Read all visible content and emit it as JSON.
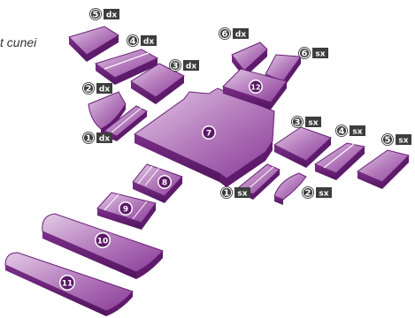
{
  "caption": "t cunei",
  "colors": {
    "face_light": "#c9a3cf",
    "face_mid": "#a35fae",
    "face_dark": "#6a1f78",
    "edge": "#4a1356",
    "label_bg": "#3d3d3d"
  },
  "pieces": [
    {
      "id": "piece-7",
      "number": "7"
    },
    {
      "id": "piece-12",
      "number": "12"
    },
    {
      "id": "piece-8",
      "number": "8"
    },
    {
      "id": "piece-9",
      "number": "9"
    },
    {
      "id": "piece-10",
      "number": "10"
    },
    {
      "id": "piece-11",
      "number": "11"
    }
  ],
  "labels": [
    {
      "id": "label-5-dx",
      "number": "5",
      "side": "dx"
    },
    {
      "id": "label-4-dx",
      "number": "4",
      "side": "dx"
    },
    {
      "id": "label-3-dx",
      "number": "3",
      "side": "dx"
    },
    {
      "id": "label-2-dx",
      "number": "2",
      "side": "dx"
    },
    {
      "id": "label-1-dx",
      "number": "1",
      "side": "dx"
    },
    {
      "id": "label-6-dx",
      "number": "6",
      "side": "dx"
    },
    {
      "id": "label-6-sx",
      "number": "6",
      "side": "sx"
    },
    {
      "id": "label-3-sx",
      "number": "3",
      "side": "sx"
    },
    {
      "id": "label-4-sx",
      "number": "4",
      "side": "sx"
    },
    {
      "id": "label-5-sx",
      "number": "5",
      "side": "sx"
    },
    {
      "id": "label-1-sx",
      "number": "1",
      "side": "sx"
    },
    {
      "id": "label-2-sx",
      "number": "2",
      "side": "sx"
    }
  ]
}
